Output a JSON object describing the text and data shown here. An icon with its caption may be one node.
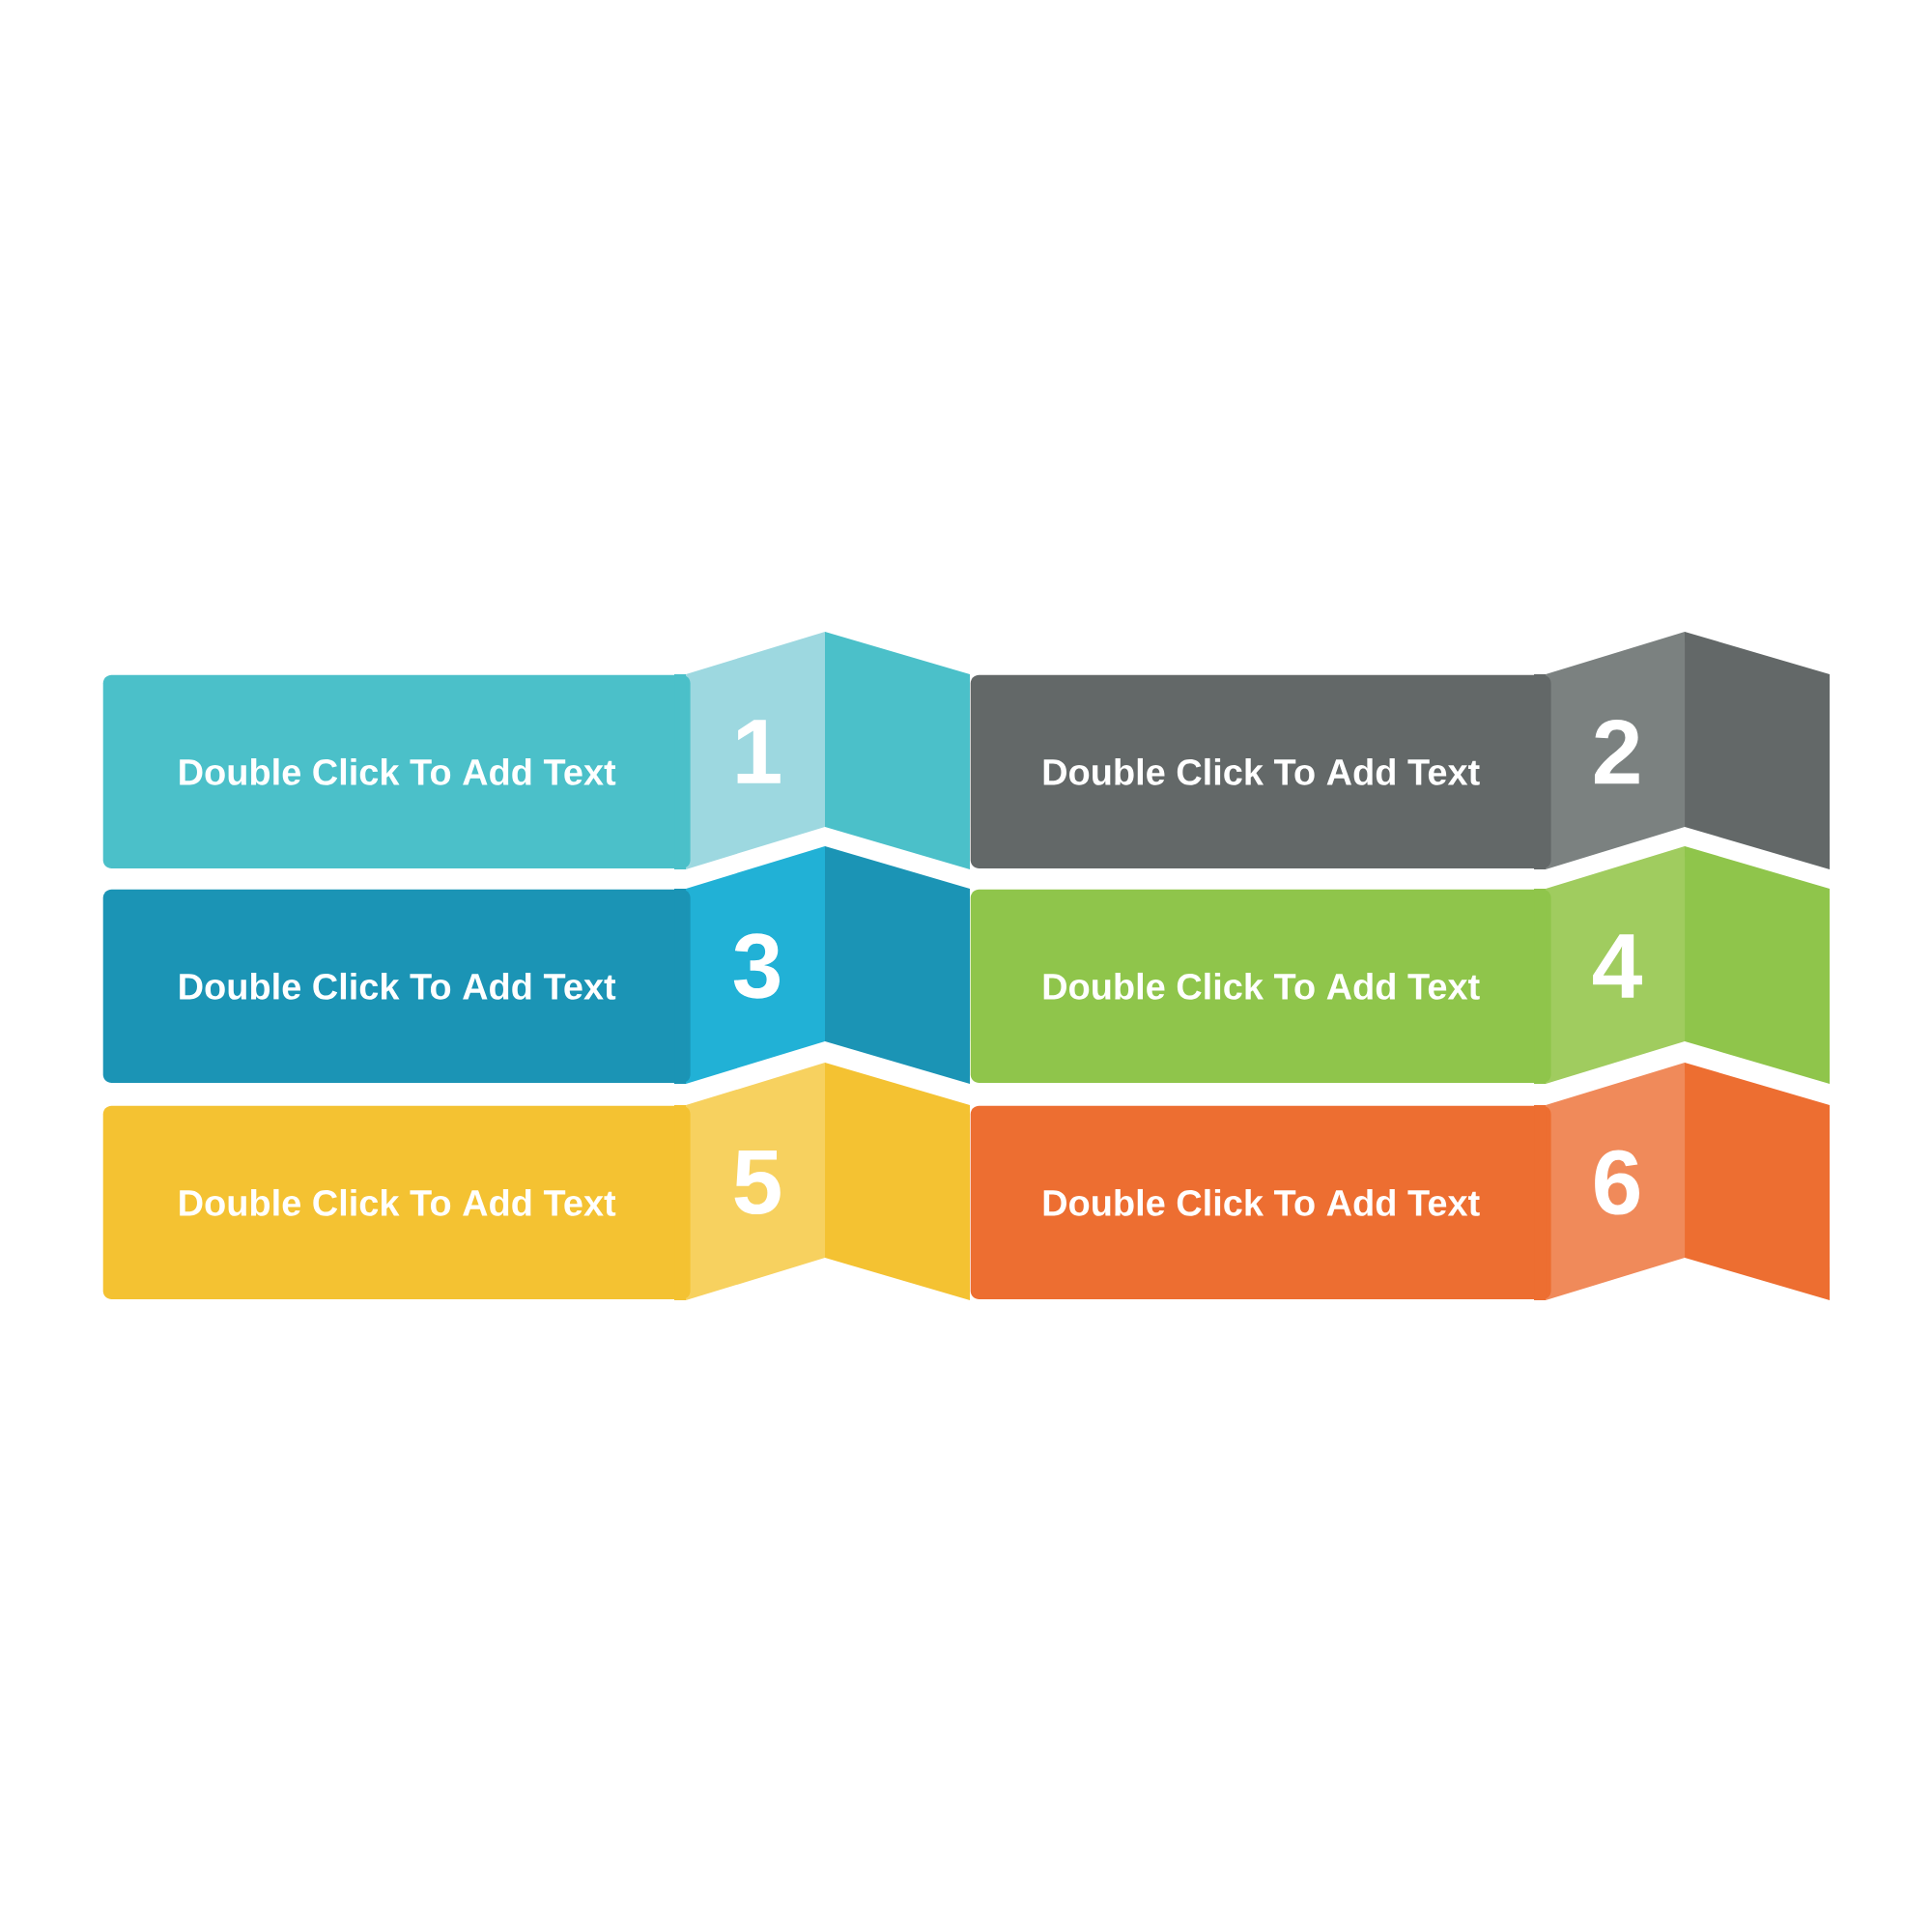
{
  "diagram": {
    "nodes": [
      {
        "text": [
          "Double Click To Add Text",
          "1"
        ]
      },
      {
        "text": [
          "Double Click To Add Text",
          "2"
        ]
      },
      {
        "text": [
          "Double Click To Add Text",
          "3"
        ]
      },
      {
        "text": [
          "Double Click To Add Text",
          "4"
        ]
      },
      {
        "text": [
          "Double Click To Add Text",
          "5"
        ]
      },
      {
        "text": [
          "Double Click To Add Text",
          "6"
        ]
      }
    ]
  }
}
